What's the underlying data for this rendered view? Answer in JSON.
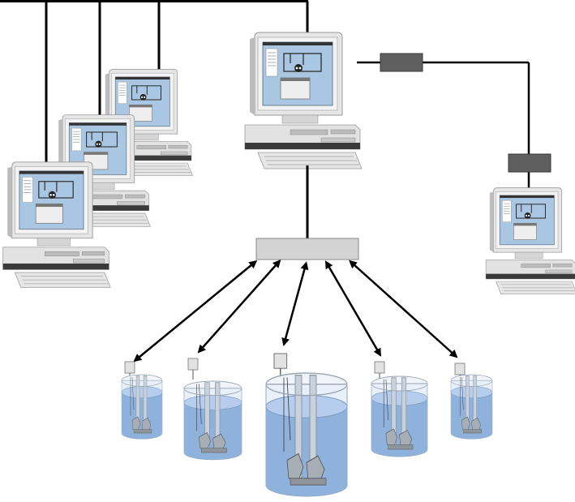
{
  "diagram": {
    "colors": {
      "background": "#ffffff",
      "line": "#000000",
      "computer_case": "#e6e6e6",
      "computer_shadow": "#8f8f8f",
      "computer_dark": "#3a3a3a",
      "screen": "#a9c6e3",
      "hub": "#d3d3d3",
      "modem": "#5f5f5f",
      "water": "#8fb2dc",
      "water_top": "#b6cdee",
      "tank_glass": "#e8f0fa",
      "pipe": "#c9d2db"
    },
    "nodes": {
      "server": {
        "kind": "computer",
        "icon": "desktop-computer-icon"
      },
      "clients": [
        {
          "kind": "computer",
          "icon": "desktop-computer-icon"
        },
        {
          "kind": "computer",
          "icon": "desktop-computer-icon"
        },
        {
          "kind": "computer",
          "icon": "desktop-computer-icon"
        }
      ],
      "remote": {
        "kind": "computer",
        "icon": "desktop-computer-icon"
      },
      "hub": {
        "kind": "network-hub",
        "icon": "hub-icon"
      },
      "modems": [
        {
          "kind": "modem",
          "icon": "modem-icon"
        },
        {
          "kind": "modem",
          "icon": "modem-icon"
        }
      ],
      "stations": [
        {
          "kind": "pump-tank",
          "icon": "pump-station-icon"
        },
        {
          "kind": "pump-tank",
          "icon": "pump-station-icon"
        },
        {
          "kind": "pump-tank",
          "icon": "pump-station-icon"
        },
        {
          "kind": "pump-tank",
          "icon": "pump-station-icon"
        },
        {
          "kind": "pump-tank",
          "icon": "pump-station-icon"
        }
      ]
    },
    "links": {
      "client_bus": "wired",
      "server_to_hub": "wired",
      "server_to_remote": "modem-line",
      "hub_to_stations": "bidirectional"
    }
  }
}
